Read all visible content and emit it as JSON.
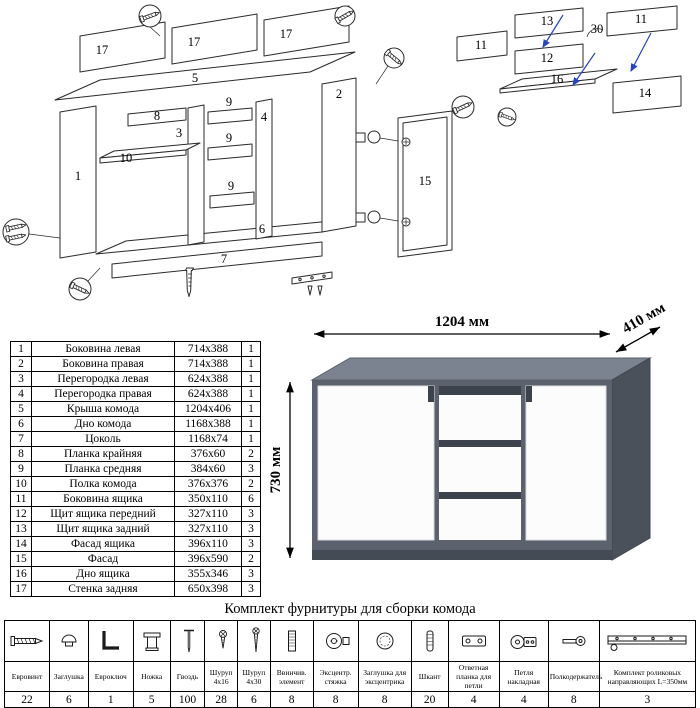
{
  "parts": {
    "rows": [
      [
        "1",
        "Боковина левая",
        "714x388",
        "1"
      ],
      [
        "2",
        "Боковина правая",
        "714x388",
        "1"
      ],
      [
        "3",
        "Перегородка левая",
        "624x388",
        "1"
      ],
      [
        "4",
        "Перегородка правая",
        "624x388",
        "1"
      ],
      [
        "5",
        "Крыша комода",
        "1204x406",
        "1"
      ],
      [
        "6",
        "Дно комода",
        "1168x388",
        "1"
      ],
      [
        "7",
        "Цоколь",
        "1168x74",
        "1"
      ],
      [
        "8",
        "Планка крайняя",
        "376x60",
        "2"
      ],
      [
        "9",
        "Планка средняя",
        "384x60",
        "3"
      ],
      [
        "10",
        "Полка комода",
        "376x376",
        "2"
      ],
      [
        "11",
        "Боковина ящика",
        "350x110",
        "6"
      ],
      [
        "12",
        "Щит ящика передний",
        "327x110",
        "3"
      ],
      [
        "13",
        "Щит ящика задний",
        "327x110",
        "3"
      ],
      [
        "14",
        "Фасад ящика",
        "396x110",
        "3"
      ],
      [
        "15",
        "Фасад",
        "396x590",
        "2"
      ],
      [
        "16",
        "Дно ящика",
        "355x346",
        "3"
      ],
      [
        "17",
        "Стенка задняя",
        "650x398",
        "3"
      ]
    ]
  },
  "dresser": {
    "width": "1204 мм",
    "depth": "410 мм",
    "height": "730 мм",
    "colors": {
      "top": "#7b8390",
      "front": "#5b626d",
      "side": "#4a515b",
      "panel": "#fcfcfd",
      "gap": "#3d434d"
    }
  },
  "hardware": {
    "title": "Комплект фурнитуры для сборки комода",
    "items": [
      {
        "name": "Евровинт",
        "qty": "22"
      },
      {
        "name": "Заглушка",
        "qty": "6"
      },
      {
        "name": "Евроключ",
        "qty": "1"
      },
      {
        "name": "Ножка",
        "qty": "5"
      },
      {
        "name": "Гвоздь",
        "qty": "100"
      },
      {
        "name": "Шуруп 4x16",
        "qty": "28"
      },
      {
        "name": "Шуруп 4x30",
        "qty": "6"
      },
      {
        "name": "Ввинчив. элемент",
        "qty": "8"
      },
      {
        "name": "Эксцентр. стяжка",
        "qty": "8"
      },
      {
        "name": "Заглушка для эксцентрика",
        "qty": "8"
      },
      {
        "name": "Шкант",
        "qty": "20"
      },
      {
        "name": "Ответная планка для петли",
        "qty": "4"
      },
      {
        "name": "Петля накладная",
        "qty": "4"
      },
      {
        "name": "Полкодержатель",
        "qty": "8"
      },
      {
        "name": "Комплект роликовых направляющих L=350мм",
        "qty": "3"
      }
    ]
  },
  "diagram": {
    "main_labels": [
      "17",
      "17",
      "17",
      "5",
      "8",
      "3",
      "9",
      "9",
      "9",
      "4",
      "2",
      "10",
      "1",
      "6",
      "7",
      "15"
    ],
    "drawer_labels": [
      "13",
      "11",
      "11",
      "12",
      "16",
      "14",
      "30"
    ]
  }
}
